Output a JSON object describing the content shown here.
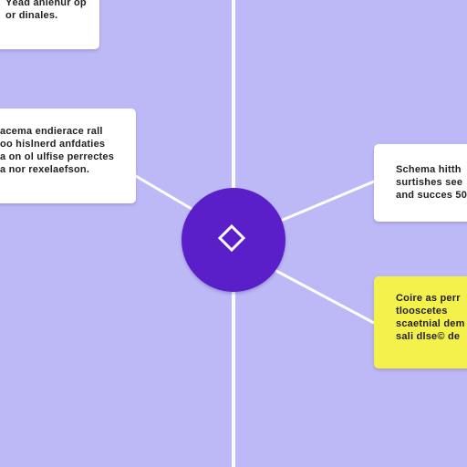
{
  "diagram": {
    "colors": {
      "background": "#bdb9f7",
      "center_node": "#5a1fc9",
      "card": "#ffffff",
      "highlight_card": "#f5f14c",
      "connector": "#ffffff"
    },
    "center_node": {
      "icon": "diamond-icon"
    },
    "cards": {
      "top_left": {
        "lines": [
          "Ÿead aniehur op",
          "or dinales."
        ]
      },
      "left": {
        "lines": [
          "acema endierace rall",
          "oo hislnerd anfdaties",
          "a on ol ulfise perrectes",
          "a nor rexelaefson."
        ]
      },
      "right": {
        "lines": [
          "Schema hitth",
          "surtishes see",
          "and succes 50"
        ]
      },
      "highlight": {
        "lines": [
          "Coire as perr",
          "tlooscetes",
          "scaetnial dem",
          "sali dlse© de"
        ]
      }
    }
  }
}
